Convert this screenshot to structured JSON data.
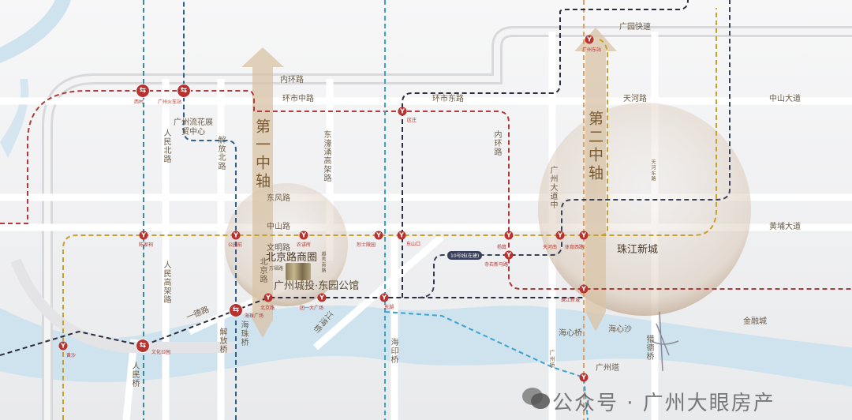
{
  "axes": {
    "first": "第一中轴",
    "second": "第二中轴"
  },
  "roads": {
    "neihuan": "内环路",
    "huanshi_zhong": "环市中路",
    "huanshi_dong": "环市东路",
    "guangyuan": "广园快速",
    "tianhe": "天河路",
    "zhongshan_dadao": "中山大道",
    "huangpu_dadao": "黄埔大道",
    "dongfeng": "东风路",
    "zhongshan": "中山路",
    "wenming": "文明路",
    "wanfu": "万福路",
    "yuexiu_nan": "越秀南路",
    "beijing": "北京路",
    "renmin_bei": "人民北路",
    "jiefang_bei": "解放北路",
    "donghao": "东濠涌高架路",
    "neihuan_v": "内环路",
    "guangzhou_dadao": "广州大道中",
    "tianhe_dong": "天河东路",
    "renmin_gaojia": "人民高架路",
    "yide": "一德路"
  },
  "places": {
    "liuhua": "广州流花展贸中心",
    "beijing_district": "北京路商圈",
    "project": "广州城投·东园公馆",
    "zhujiang_newtown": "珠江新城",
    "haixinsha": "海心沙",
    "canton_tower": "广州塔",
    "finance_city": "金融城"
  },
  "bridges": {
    "jiefang": "解放桥",
    "haizhu": "海珠桥",
    "jiangwan": "江湾桥",
    "haiyin": "海印桥",
    "renmin": "人民桥",
    "guangzhou": "广州桥",
    "haixin": "海心桥",
    "liede": "猎德桥"
  },
  "stations": [
    "西村",
    "广州火车站",
    "区庄",
    "广州东站",
    "陈家祠",
    "公园前",
    "农讲所",
    "烈士陵园",
    "东山口",
    "杨箕",
    "天河南",
    "体育西路",
    "寺右新马路",
    "珠江新城",
    "北京路",
    "团一大广场",
    "东湖",
    "海珠广场",
    "文化公园",
    "黄沙"
  ],
  "line_badge": "10号线(在建)",
  "watermark": "公众号 · 广州大眼房产",
  "colors": {
    "line5": "#b03a3a",
    "line1": "#c9a02e",
    "line2": "#2f5f8f",
    "line8": "#2c2c3c",
    "line3": "#3aa3cc",
    "line6": "#3a8aa0",
    "line3n": "#e0a064",
    "station": "#b8332f",
    "river": "#cfe3ef"
  }
}
